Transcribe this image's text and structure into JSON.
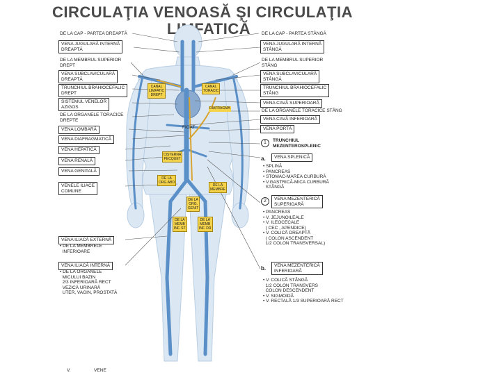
{
  "title": {
    "line1": "CIRCULAŢIA VENOASĂ ŞI CIRCULAŢIA",
    "line2": "LIMFATICĂ"
  },
  "left_labels": [
    {
      "text": "DE LA CAP - PARTEA DREAPTĂ",
      "boxed": false
    },
    {
      "text": "VENA JUGULARĂ INTERNĂ\nDREAPTĂ",
      "boxed": true
    },
    {
      "text": "DE LA MEMBRUL SUPERIOR\nDREPT",
      "boxed": false
    },
    {
      "text": "VENA SUBCLAVICULARĂ\nDREAPTĂ",
      "boxed": true
    },
    {
      "text": "TRUNCHIUL BRAHIOCEFALIC\nDREPT",
      "boxed": true
    },
    {
      "text": "SISTEMUL VENELOR\nAZIGOS",
      "boxed": true
    },
    {
      "text": "DE LA ORGANELE TORACICE\nDREPTE",
      "boxed": false
    },
    {
      "text": "VENA LOMBARĂ",
      "boxed": true
    },
    {
      "text": "VENA DIAFRAGMATICĂ",
      "boxed": true
    },
    {
      "text": "VENA HEPATICĂ",
      "boxed": true
    },
    {
      "text": "VENA RENALĂ",
      "boxed": true
    },
    {
      "text": "VENA GENITALĂ",
      "boxed": true
    },
    {
      "text": "VENELE ILIACE\nCOMUNE",
      "boxed": true
    },
    {
      "text": "VENA ILIACĂ EXTERNĂ",
      "boxed": true
    },
    {
      "text": "• DE LA MEMBRELE\n  INFERIOARE",
      "boxed": false
    },
    {
      "text": "VENA ILIACĂ INTERNĂ",
      "boxed": true
    },
    {
      "text": "• DE LA ORGANELE\n  MICULUI BAZIN\n  2/3 INFERIOARĂ RECT\n  VEZICĂ URINARĂ\n  UTER, VAGIN, PROSTATĂ",
      "boxed": false
    }
  ],
  "right_labels": [
    {
      "text": "DE LA CAP - PARTEA STÂNGĂ",
      "boxed": false
    },
    {
      "text": "VENA JUGULARĂ INTERNĂ\nSTÂNGĂ",
      "boxed": true
    },
    {
      "text": "DE LA MEMBRUL SUPERIOR\nSTÂNG",
      "boxed": false
    },
    {
      "text": "VENA SUBCLAVICULARĂ\nSTÂNGĂ",
      "boxed": true
    },
    {
      "text": "TRUNCHIUL BRAHIOCEFALIC\nSTÂNG",
      "boxed": true
    },
    {
      "text": "VENA CAVĂ SUPERIOARĂ",
      "boxed": true
    },
    {
      "text": "DE LA ORGANELE TORACICE STÂNG",
      "boxed": false
    },
    {
      "text": "VENA CAVĂ INFERIOARĂ",
      "boxed": true
    },
    {
      "text": "VENA PORTĂ",
      "boxed": true
    },
    {
      "text": "TRUNCHIUL\nMEZENTEROSPLENIC",
      "boxed": false
    },
    {
      "text": "VENA SPLENICĂ",
      "boxed": true
    },
    {
      "text": "• SPLINĂ\n• PANCREAS\n• STOMAC-MAREA CURBURĂ\n• V.GASTRICĂ-MICA CURBURĂ\n  STÂNGĂ",
      "boxed": false
    },
    {
      "text": "VENA MEZENTERICĂ\nSUPERIOARĂ",
      "boxed": true
    },
    {
      "text": "• PANCREAS\n• V. JEJUNOILEALE\n• V. ILEOCECALE\n  ( CEC , APENDICE)\n• V. COLICĂ DREAPTĂ\n  ( COLON ASCENDENT\n  1/2 COLON TRANSVERSAL)",
      "boxed": false
    },
    {
      "text": "VENA MEZENTERICĂ\nINFERIOARĂ",
      "boxed": true
    },
    {
      "text": "• V. COLICĂ STÂNGĂ\n  1/2 COLON TRANSVERS\n  COLON DESCENDENT\n• V. SIGMOIDĂ\n• V. RECTALĂ 1/3 SUPERIOARĂ RECT",
      "boxed": false
    }
  ],
  "markers": {
    "one": "1",
    "two": "2",
    "a": "a.",
    "b": "b."
  },
  "yellow_labels": [
    "CANAL\nLIMFATIC\nDREPT",
    "CANAL\nTORACIC",
    "CISTERNA\nPECQUET",
    "DE LA\nORG.ABD",
    "DE LA\nMEMBRE",
    "DE LA\nORG.\nGENIT",
    "DE LA\nMEMB\nINF. ST",
    "DE LA\nMEMB\nINF. DR"
  ],
  "small_labels": {
    "ficat": "FICAT",
    "diaphragm": "DIAFRAGMA"
  },
  "footer": {
    "left": "V.",
    "right": "VENE"
  },
  "colors": {
    "vein": "#5a8fc7",
    "lymph": "#d9a532",
    "body": "#dbe8f4",
    "heart": "#8aaad0"
  }
}
